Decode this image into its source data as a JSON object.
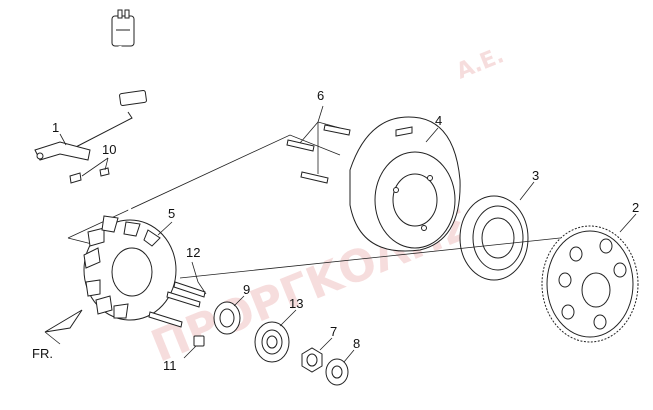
{
  "watermark": {
    "main": "ΠΡΟΡΓΚΟΛΗΣ",
    "suffix": "Α.Ε."
  },
  "direction_label": "FR.",
  "callouts": {
    "c1": "1",
    "c2": "2",
    "c3": "3",
    "c4": "4",
    "c5": "5",
    "c6": "6",
    "c7": "7",
    "c8": "8",
    "c9": "9",
    "c10": "10",
    "c11": "11",
    "c12": "12",
    "c13": "13"
  },
  "colors": {
    "line": "#222222",
    "watermark": "#e8a0a0",
    "background": "#ffffff"
  }
}
